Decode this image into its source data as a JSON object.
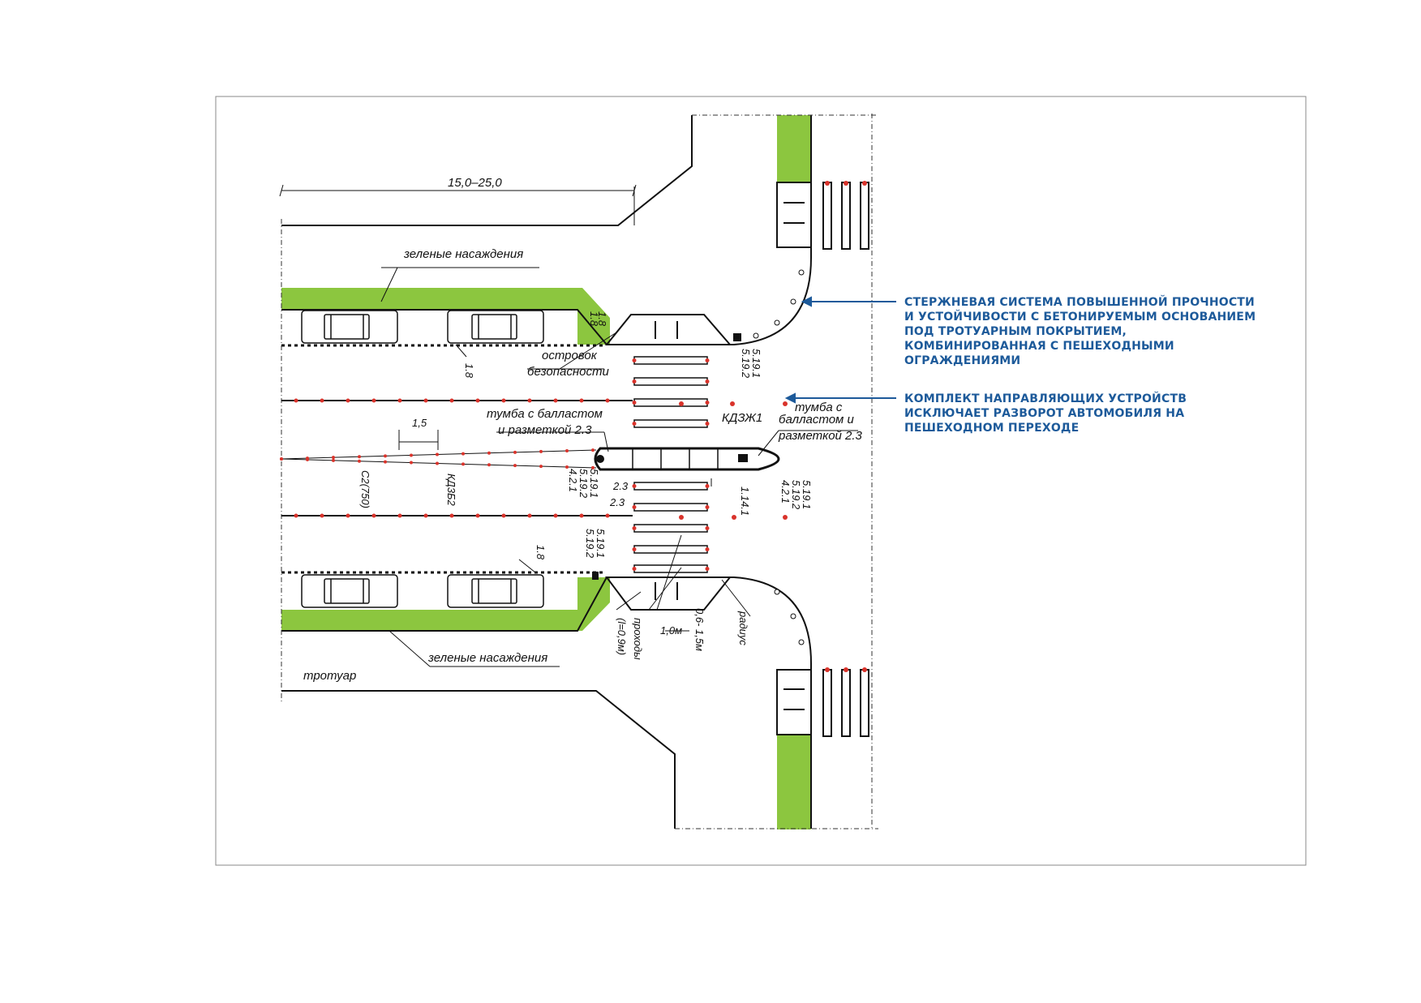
{
  "dimension_top": "15,0–25,0",
  "labels": {
    "green_top": "зеленые насаждения",
    "green_bottom": "зеленые насаждения",
    "sidewalk": "тротуар",
    "island_1": "островок",
    "island_2": "безопасности",
    "tumba_left_1": "тумба с балластом",
    "tumba_left_2": "и разметкой 2.3",
    "tumba_right_1": "тумба с",
    "tumba_right_2": "балластом и",
    "tumba_right_3": "разметкой 2.3",
    "kdzzh1": "КДЗЖ1",
    "kd3b2": "КД3Б2",
    "c2_750": "С2(750)",
    "dim_1_5": "1,5",
    "dim_1_0m": "1,0м",
    "dim_0_6_1_5m": "0,6- 1,5м",
    "passages": "проходы",
    "passages_l": "(l=0,9м)",
    "radius": "радиус",
    "mark_1_8_top": "1.8",
    "mark_1_8_bottom": "1.8",
    "mark_1_14_1": "1.14.1",
    "mark_2_3_a": "2.3",
    "mark_2_3_b": "2.3",
    "signs_left": [
      "5.19.1",
      "5.19.2",
      "4.2.1"
    ],
    "signs_left_bottom": [
      "5.19.1",
      "5.19.2"
    ],
    "signs_right_top": [
      "5.19.1",
      "5.19.2"
    ],
    "signs_right_mid": [
      "5.19.1",
      "5.19.2",
      "4.2.1"
    ],
    "sign_top_island": [
      "1.8",
      "1.8"
    ]
  },
  "callouts": {
    "barrier": "СТЕРЖНЕВАЯ СИСТЕМА ПОВЫШЕННОЙ ПРОЧНОСТИ\nИ УСТОЙЧИВОСТИ С БЕТОНИРУЕМЫМ ОСНОВАНИЕМ\nПОД ТРОТУАРНЫМ ПОКРЫТИЕМ,\nКОМБИНИРОВАННАЯ С ПЕШЕХОДНЫМИ\nОГРАЖДЕНИЯМИ",
    "guides": "КОМПЛЕКТ НАПРАВЛЯЮЩИХ УСТРОЙСТВ\nИСКЛЮЧАЕТ РАЗВОРОТ АВТОМОБИЛЯ НА\nПЕШЕХОДНОМ ПЕРЕХОДЕ"
  },
  "colors": {
    "green": "#8cc63f",
    "callout_blue": "#1d5a9a",
    "marker_red": "#d9332b"
  }
}
